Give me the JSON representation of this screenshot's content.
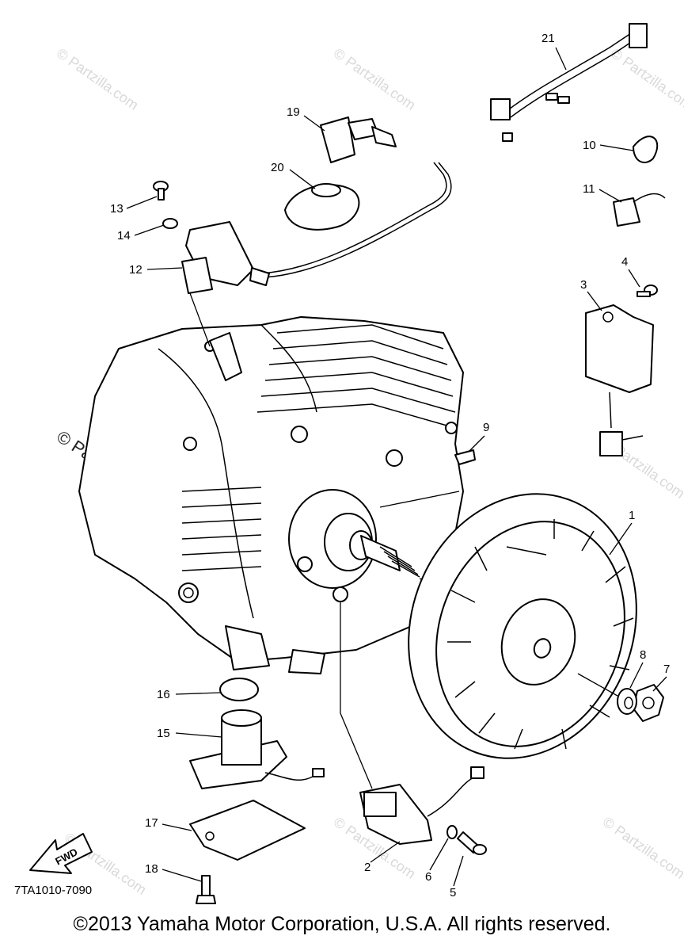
{
  "watermark_text": "© Partzilla.com",
  "diagram_code": "7TA1010-7090",
  "fwd_label": "FWD",
  "footer": "©2013 Yamaha Motor Corporation, U.S.A. All rights reserved.",
  "callouts": [
    "1",
    "2",
    "3",
    "4",
    "5",
    "6",
    "7",
    "8",
    "9",
    "10",
    "11",
    "12",
    "13",
    "14",
    "15",
    "16",
    "17",
    "18",
    "19",
    "20",
    "21"
  ]
}
